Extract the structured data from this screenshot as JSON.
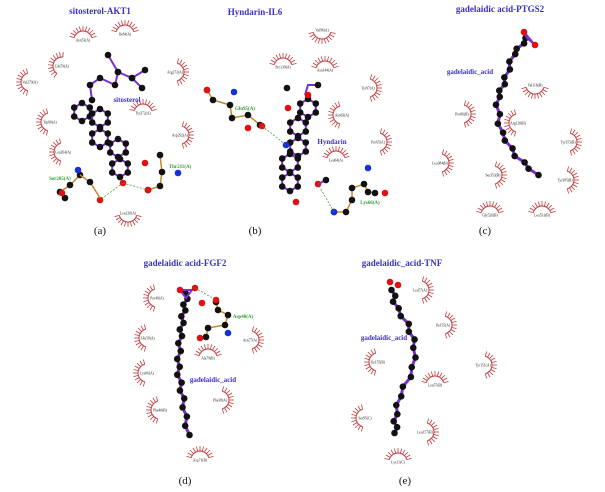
{
  "colors": {
    "ligand_bond": "#7b2fd0",
    "residue_bond": "#c8882a",
    "carbon": "#111111",
    "oxygen": "#e01010",
    "nitrogen": "#1530d8",
    "hydrophobic": "#c0393b",
    "hbond": "#2f9a2f",
    "title": "#3a2fc8"
  },
  "panels": [
    {
      "title": "sitosterol-AKT1",
      "ligand": "sitosterol",
      "caption": "(a)",
      "residues": [
        "Asn53(A)",
        "Ile84(A)",
        "Gln79(A)",
        "Val270(A)",
        "Trp80(A)",
        "Arg273(A)",
        "Tyr272(A)",
        "Asp292(A)",
        "Leu264(A)",
        "Leu210(A)"
      ],
      "hbond_residues": [
        "Ser205(A)",
        "Thr211(A)"
      ]
    },
    {
      "title": "Hyndarin-IL6",
      "ligand": "Hyndarin",
      "caption": "(b)",
      "residues": [
        "Val96(A)",
        "Pro139(A)",
        "Asn144(A)",
        "Tyr97(A)",
        "Asn63(A)",
        "Pro65(A)",
        "Leu64(A)"
      ],
      "hbond_residues": [
        "Glu95(A)",
        "Lys66(A)"
      ]
    },
    {
      "title": "gadelaidic acid-PTGS2",
      "ligand": "gadelaidic_acid",
      "caption": "(c)",
      "residues": [
        "Val116(B)",
        "Pro86(B)",
        "Arg120(B)",
        "Tyr355(B)",
        "Leu384(B)",
        "Ser353(B)",
        "Tyr385(B)",
        "Gly526(B)",
        "Leu531(B)"
      ],
      "hbond_residues": []
    },
    {
      "title": "gadelaidic acid-FGF2",
      "ligand": "gadelaidic_acid",
      "caption": "(d)",
      "residues": [
        "Pro49(A)",
        "His50(A)",
        "Lys86(A)",
        "Phe40(B)",
        "Asp71(B)",
        "Ala79(B)",
        "Phe38(A)",
        "Asn77(A)"
      ],
      "hbond_residues": [
        "Asp48(A)"
      ]
    },
    {
      "title": "gadelaidic_acid-TNF",
      "ligand": "gadelaidic_acid",
      "caption": "(e)",
      "residues": [
        "Leu57(A)",
        "Ile155(A)",
        "Tyr151(A)",
        "Ile155(B)",
        "Leu57(B)",
        "Ser95(C)",
        "Leu157(B)",
        "Lys11(C)"
      ],
      "hbond_residues": []
    }
  ]
}
